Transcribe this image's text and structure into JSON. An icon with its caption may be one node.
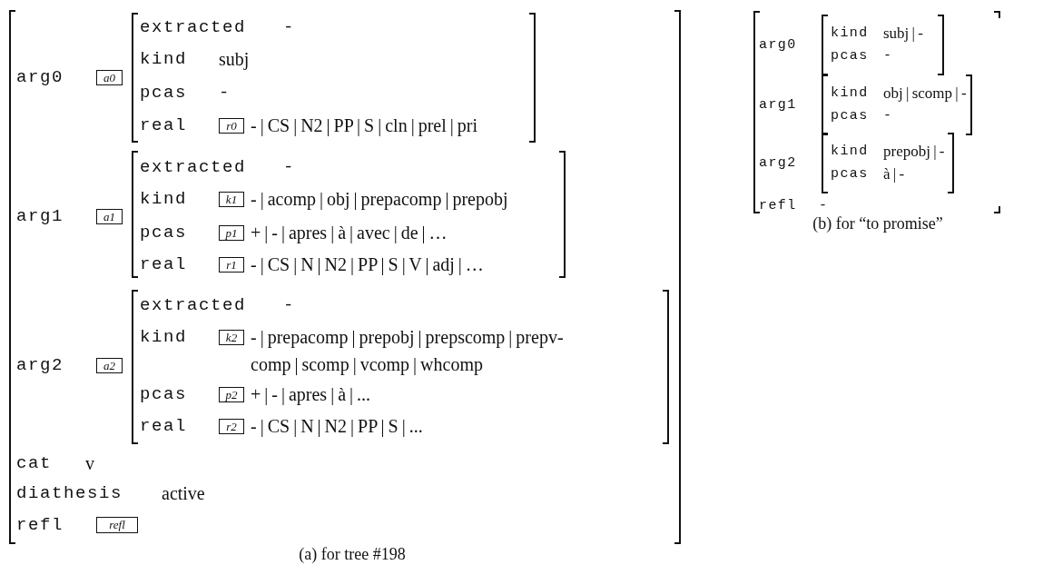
{
  "diagram": {
    "nodes": [
      {
        "text": [
          "arg0",
          "arg1",
          "arg2",
          "cat",
          "v",
          "diathesis",
          "active",
          "refl"
        ]
      },
      {
        "text": [
          "a0"
        ],
        "in": 0
      },
      {
        "text": [
          "extracted",
          "-",
          "kind",
          "subj",
          "pcas",
          "-",
          "real",
          "- | CS | N2 | PP | S | cln | prel | pri"
        ],
        "in": 0
      },
      {
        "text": [
          "r0"
        ],
        "in": 2
      },
      {
        "text": [
          "a1"
        ],
        "in": 0
      },
      {
        "text": [
          "extracted",
          "-",
          "kind",
          "- | acomp | obj | prepacomp | prepobj",
          "pcas",
          "+ | - | apres | à | avec | de | …",
          "real",
          "- | CS | N | N2 | PP | S | V | adj | …"
        ],
        "in": 0
      },
      {
        "text": [
          "k1"
        ],
        "in": 5
      },
      {
        "text": [
          "p1"
        ],
        "in": 5
      },
      {
        "text": [
          "r1"
        ],
        "in": 5
      },
      {
        "text": [
          "a2"
        ],
        "in": 0
      },
      {
        "text": [
          "extracted",
          "-",
          "kind",
          "- | prepacomp | prepobj | prepscomp | prepv- comp | scomp | vcomp | whcomp",
          "pcas",
          "+ | - | apres | à | ...",
          "real",
          "- | CS | N | N2 | PP | S | ..."
        ],
        "in": 0
      },
      {
        "text": [
          "k2"
        ],
        "in": 10
      },
      {
        "text": [
          "p2"
        ],
        "in": 10
      },
      {
        "text": [
          "r2"
        ],
        "in": 10
      },
      {
        "text": [
          "refl"
        ],
        "in": 0
      },
      {
        "text": [
          "arg0",
          "arg1",
          "arg2",
          "refl",
          "-"
        ]
      },
      {
        "text": [
          "kind",
          "subj | -",
          "pcas",
          "-"
        ],
        "in": 15
      },
      {
        "text": [
          "kind",
          "obj | scomp | -",
          "pcas",
          "-"
        ],
        "in": 15
      },
      {
        "text": [
          "kind",
          "prepobj | -",
          "pcas",
          "à | -"
        ],
        "in": 15
      }
    ],
    "labels": [
      "(a) for tree #198",
      "(b) for “to promise”"
    ]
  }
}
